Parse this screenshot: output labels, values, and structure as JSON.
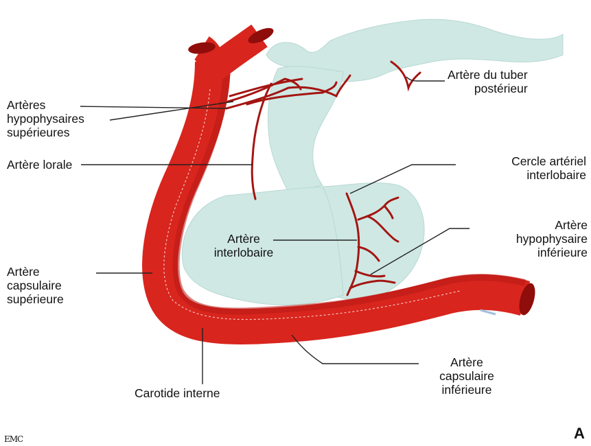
{
  "labels": {
    "tuber": [
      "Artère du tuber",
      "postérieur"
    ],
    "hyp_sup": [
      "Artères",
      "hypophysaires",
      "supérieures"
    ],
    "lorale": [
      "Artère lorale"
    ],
    "cercle": [
      "Cercle artériel",
      "interlobaire"
    ],
    "interlob": [
      "Artère",
      "interlobaire"
    ],
    "hyp_inf": [
      "Artère",
      "hypophysaire",
      "inférieure"
    ],
    "caps_sup": [
      "Artère",
      "capsulaire",
      "supérieure"
    ],
    "caps_inf": [
      "Artère",
      "capsulaire",
      "inférieure"
    ],
    "carotide": [
      "Carotide interne"
    ]
  },
  "publisher_mark": "EMC",
  "panel_letter": "A",
  "colors": {
    "artery": "#d8251d",
    "artery_dark": "#a31512",
    "artery_lumen": "#8f0d0b",
    "gland": "#cfe8e4",
    "gland_edge": "#b7d8d3",
    "leader": "#222222"
  }
}
